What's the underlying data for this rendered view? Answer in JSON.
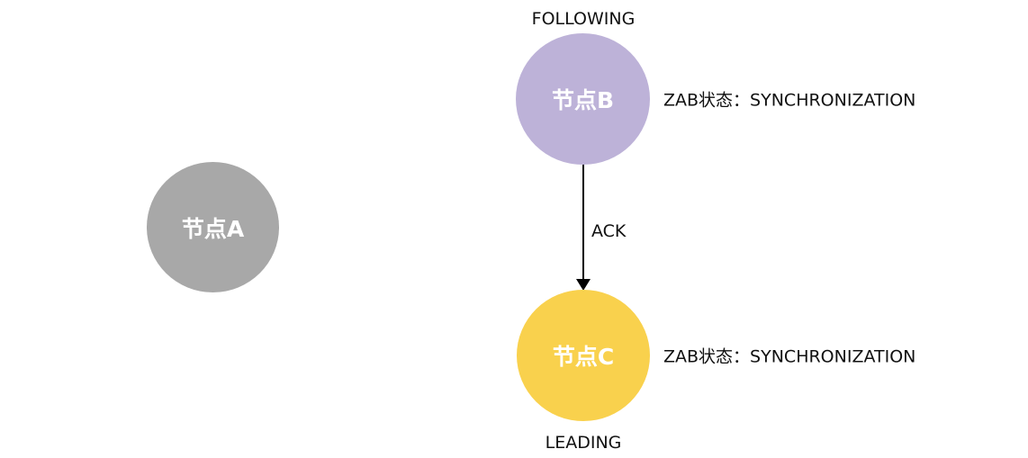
{
  "nodes": {
    "a": {
      "label": "节点A",
      "color": "#a8a8a8"
    },
    "b": {
      "label": "节点B",
      "color": "#bdb2d8",
      "role": "FOLLOWING",
      "status": "ZAB状态：SYNCHRONIZATION"
    },
    "c": {
      "label": "节点C",
      "color": "#f9d14d",
      "role": "LEADING",
      "status": "ZAB状态：SYNCHRONIZATION"
    }
  },
  "edges": [
    {
      "from": "b",
      "to": "c",
      "label": "ACK"
    }
  ]
}
